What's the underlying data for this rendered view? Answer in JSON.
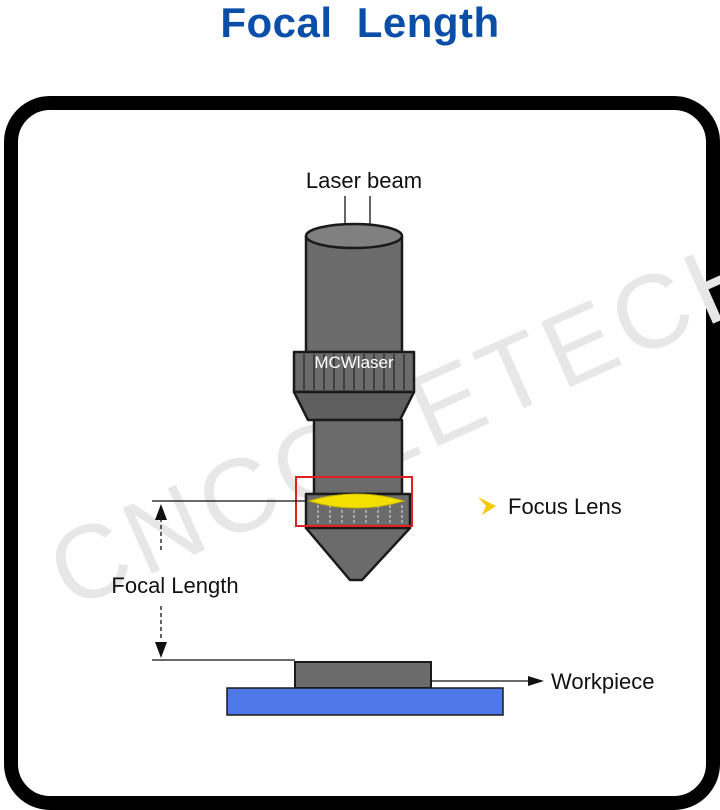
{
  "title": "Focal  Length",
  "labels": {
    "laser_beam": "Laser beam",
    "brand": "MCWlaser",
    "focus_lens": "Focus Lens",
    "focal_length": "Focal Length",
    "workpiece": "Workpiece"
  },
  "watermark": "CNCOLETECH",
  "colors": {
    "title": "#0b4ea8",
    "body": "#6b6b6b",
    "lens": "#f3e000",
    "highlight_box": "#e02020",
    "bed": "#4e77e8",
    "arrow_marker": "#f5c800"
  }
}
